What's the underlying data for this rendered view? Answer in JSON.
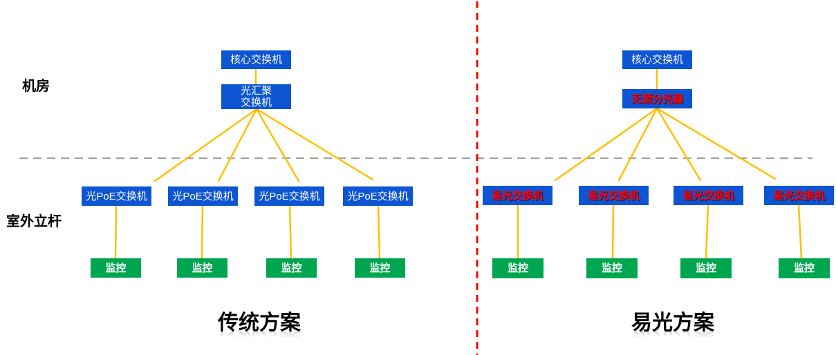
{
  "zone_labels": {
    "machine_room": "机房",
    "outdoor_pole": "室外立杆"
  },
  "left": {
    "title": "传统方案",
    "core_switch": "核心交换机",
    "agg_switch_line1": "光汇聚",
    "agg_switch_line2": "交换机",
    "poe_switches": [
      "光PoE交换机",
      "光PoE交换机",
      "光PoE交换机",
      "光PoE交换机"
    ],
    "monitors": [
      "监控",
      "监控",
      "监控",
      "监控"
    ]
  },
  "right": {
    "title": "易光方案",
    "core_switch": "核心交换机",
    "splitter": "无源分光器",
    "switches": [
      "易光交换机",
      "易光交换机",
      "易光交换机",
      "易光交换机"
    ],
    "monitors": [
      "监控",
      "监控",
      "监控",
      "监控"
    ]
  },
  "colors": {
    "box-blue": "#0d55d3",
    "box-green": "#00a64f",
    "line-yellow": "#ffc000",
    "divider-red": "#ff0000",
    "divider-gray": "#9e9e9e",
    "text-white": "#ffffff",
    "text-red": "#ff0000",
    "label-black": "#000000"
  }
}
